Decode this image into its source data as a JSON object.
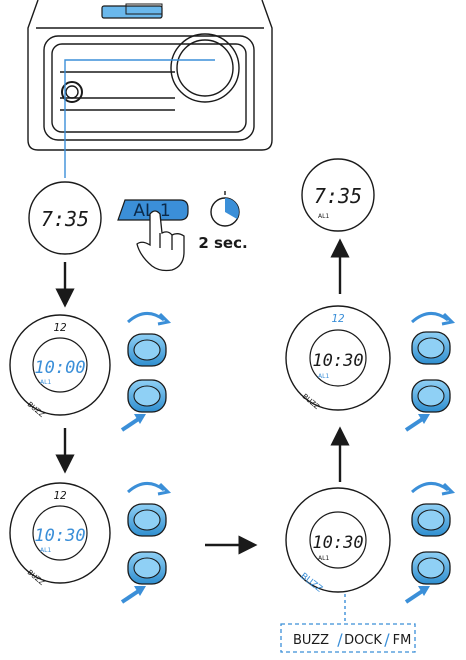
{
  "steps": {
    "initial_time": "7:35",
    "button_label": "AL 1",
    "hold_duration": "2 sec.",
    "hour_set_time": "10:00",
    "minute_set_time": "10:30",
    "source_select_time": "10:30",
    "confirm_time": "10:30",
    "final_time": "7:35"
  },
  "dial": {
    "top_mark": "12",
    "alarm_label": "AL1",
    "buzz_label": "BUZZ"
  },
  "source_options": [
    "BUZZ",
    "DOCK",
    "FM"
  ],
  "colors": {
    "accent": "#3b8fd8",
    "highlight": "#6ab8ec",
    "line": "#1a1a1a"
  }
}
